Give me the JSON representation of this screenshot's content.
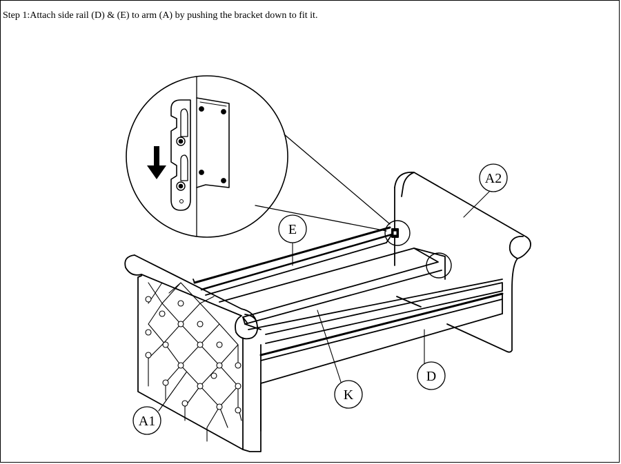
{
  "instruction": "Step 1:Attach  side rail (D) & (E) to arm (A) by pushing the bracket down to fit it.",
  "callouts": {
    "a1": "A1",
    "a2": "A2",
    "e": "E",
    "k": "K",
    "d": "D"
  },
  "colors": {
    "line": "#000000",
    "background": "#ffffff"
  }
}
